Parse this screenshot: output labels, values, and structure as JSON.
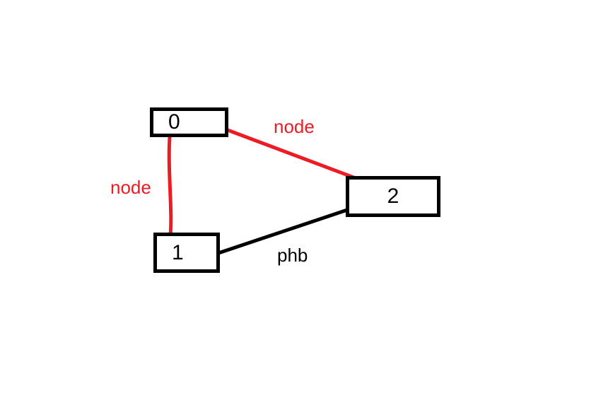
{
  "canvas": {
    "background": "#ffffff"
  },
  "colors": {
    "edge_red": "#ed1c24",
    "edge_black": "#000000",
    "box_border": "#000000"
  },
  "graph": {
    "nodes": [
      {
        "id": "0",
        "label": "0"
      },
      {
        "id": "1",
        "label": "1"
      },
      {
        "id": "2",
        "label": "2"
      }
    ],
    "edges": [
      {
        "from": "0",
        "to": "2",
        "label": "node",
        "color": "#ed1c24"
      },
      {
        "from": "0",
        "to": "1",
        "label": "node",
        "color": "#ed1c24"
      },
      {
        "from": "1",
        "to": "2",
        "label": "phb",
        "color": "#000000"
      }
    ]
  }
}
